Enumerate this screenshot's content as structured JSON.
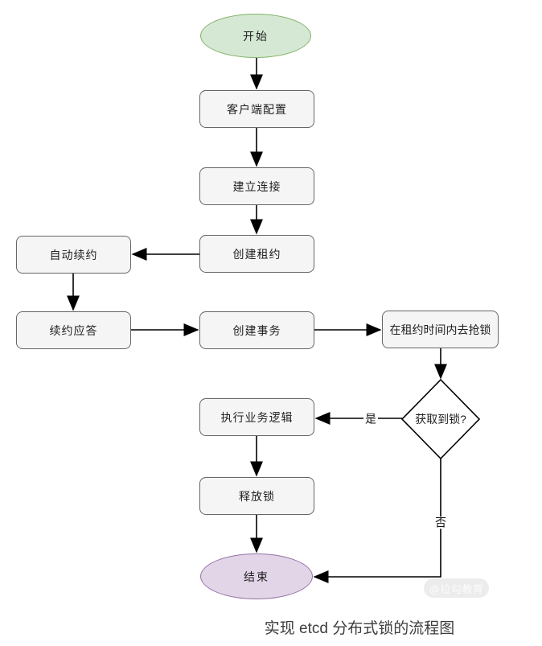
{
  "diagram": {
    "caption": "实现 etcd 分布式锁的流程图",
    "watermark": "@拉勾教育",
    "nodes": {
      "start": {
        "label": "开始",
        "type": "terminator"
      },
      "client_config": {
        "label": "客户端配置",
        "type": "process"
      },
      "establish_connection": {
        "label": "建立连接",
        "type": "process"
      },
      "create_lease": {
        "label": "创建租约",
        "type": "process"
      },
      "auto_renew": {
        "label": "自动续约",
        "type": "process"
      },
      "renew_response": {
        "label": "续约应答",
        "type": "process"
      },
      "create_transaction": {
        "label": "创建事务",
        "type": "process"
      },
      "grab_lock_in_lease_time": {
        "label": "在租约时间内去抢锁",
        "type": "process"
      },
      "lock_acquired": {
        "label": "获取到锁?",
        "type": "decision"
      },
      "execute_business_logic": {
        "label": "执行业务逻辑",
        "type": "process"
      },
      "release_lock": {
        "label": "释放锁",
        "type": "process"
      },
      "end": {
        "label": "结束",
        "type": "terminator"
      }
    },
    "edge_labels": {
      "yes": "是",
      "no": "否"
    },
    "edges": [
      {
        "from": "start",
        "to": "client_config",
        "label": ""
      },
      {
        "from": "client_config",
        "to": "establish_connection",
        "label": ""
      },
      {
        "from": "establish_connection",
        "to": "create_lease",
        "label": ""
      },
      {
        "from": "create_lease",
        "to": "auto_renew",
        "label": ""
      },
      {
        "from": "auto_renew",
        "to": "renew_response",
        "label": ""
      },
      {
        "from": "renew_response",
        "to": "create_transaction",
        "label": ""
      },
      {
        "from": "create_transaction",
        "to": "grab_lock_in_lease_time",
        "label": ""
      },
      {
        "from": "grab_lock_in_lease_time",
        "to": "lock_acquired",
        "label": ""
      },
      {
        "from": "lock_acquired",
        "to": "execute_business_logic",
        "label": "是"
      },
      {
        "from": "execute_business_logic",
        "to": "release_lock",
        "label": ""
      },
      {
        "from": "release_lock",
        "to": "end",
        "label": ""
      },
      {
        "from": "lock_acquired",
        "to": "end",
        "label": "否"
      }
    ],
    "colors": {
      "start_fill": "#d5e8d4",
      "start_stroke": "#82b366",
      "end_fill": "#e1d5e7",
      "end_stroke": "#9673a6",
      "process_fill": "#f5f5f5",
      "process_stroke": "#666666",
      "decision_fill": "#ffffff",
      "decision_stroke": "#000000",
      "edge_color": "#000000",
      "watermark_bg": "#ececec"
    }
  }
}
